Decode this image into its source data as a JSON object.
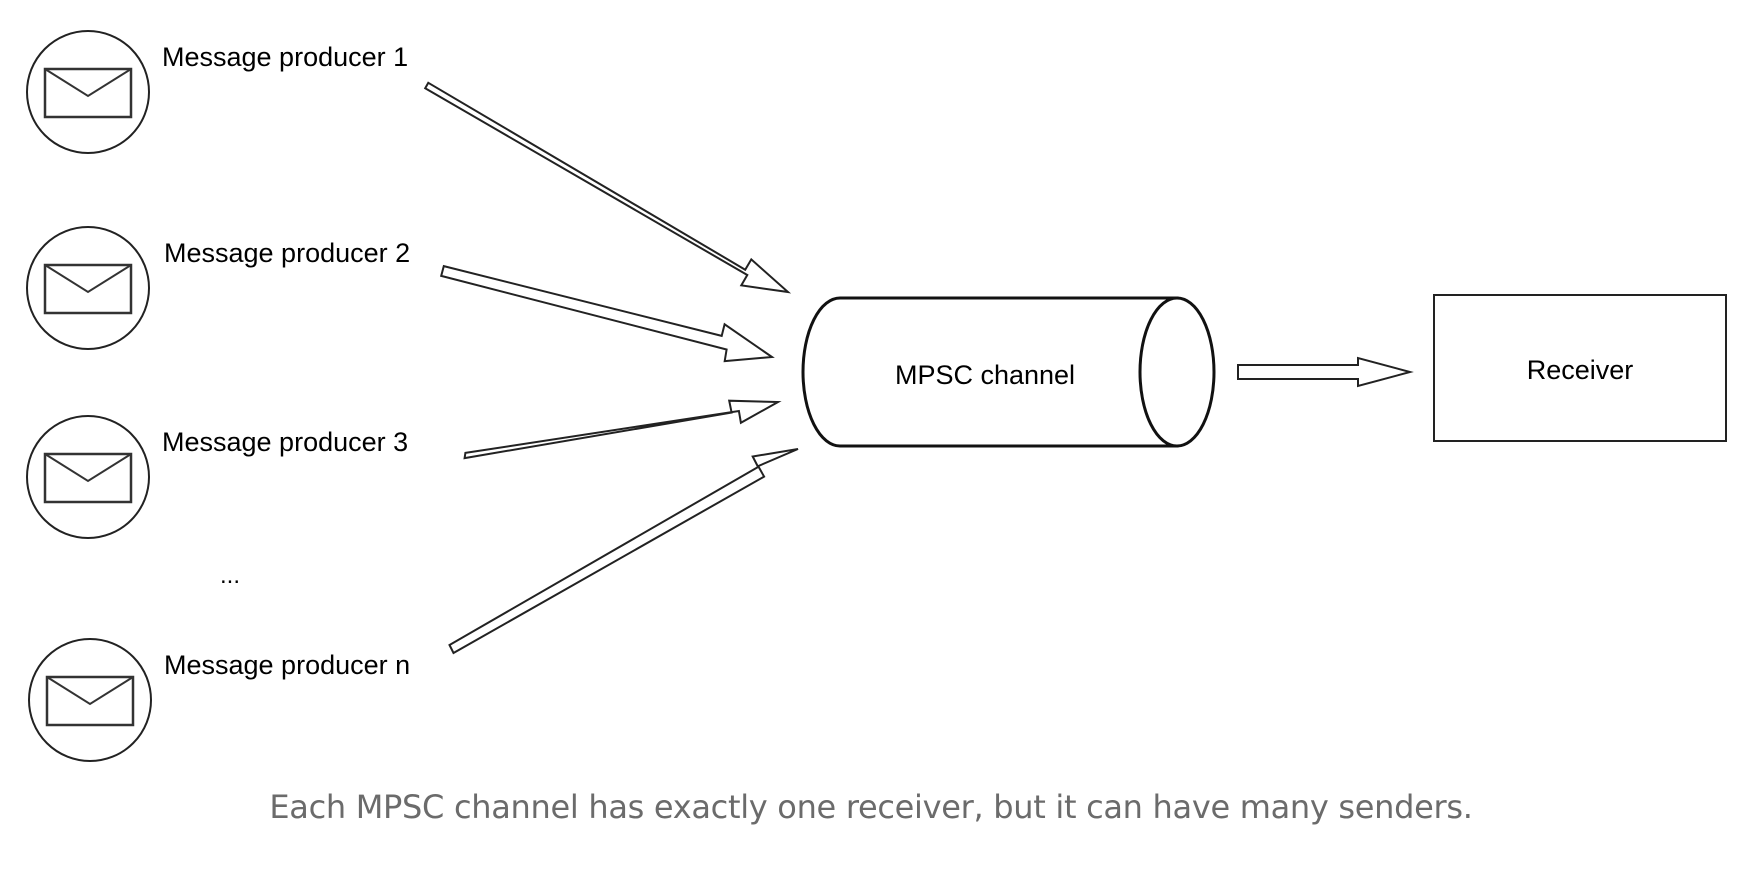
{
  "diagram": {
    "producers": [
      {
        "label": "Message producer 1",
        "icon": "envelope-icon"
      },
      {
        "label": "Message producer 2",
        "icon": "envelope-icon"
      },
      {
        "label": "Message producer 3",
        "icon": "envelope-icon"
      },
      {
        "label": "Message producer n",
        "icon": "envelope-icon"
      }
    ],
    "ellipsis": "...",
    "channel_label": "MPSC channel",
    "receiver_label": "Receiver"
  },
  "caption": "Each MPSC channel has exactly one receiver, but it can have many senders."
}
